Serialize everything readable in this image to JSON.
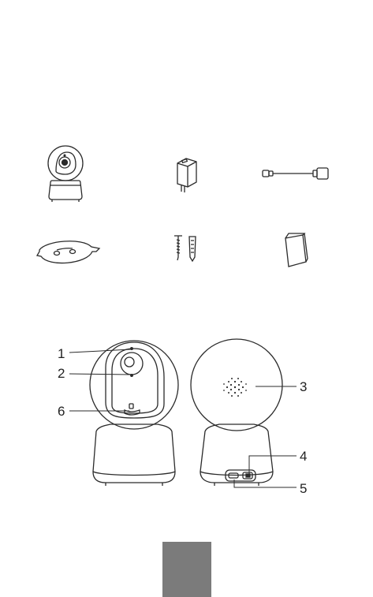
{
  "diagram": {
    "package_contents": [
      {
        "name": "camera",
        "icon": "camera-icon"
      },
      {
        "name": "power-adapter",
        "icon": "power-adapter-icon"
      },
      {
        "name": "usb-cable",
        "icon": "usb-cable-icon"
      },
      {
        "name": "mounting-base",
        "icon": "mounting-base-icon"
      },
      {
        "name": "screws-and-anchors",
        "icon": "screws-anchors-icon"
      },
      {
        "name": "user-manual",
        "icon": "user-manual-icon"
      }
    ],
    "callouts": [
      "1",
      "2",
      "3",
      "4",
      "5",
      "6"
    ]
  },
  "colors": {
    "line": "#2b2b2b",
    "page_tab": "#7b7b7b",
    "background": "#ffffff"
  }
}
